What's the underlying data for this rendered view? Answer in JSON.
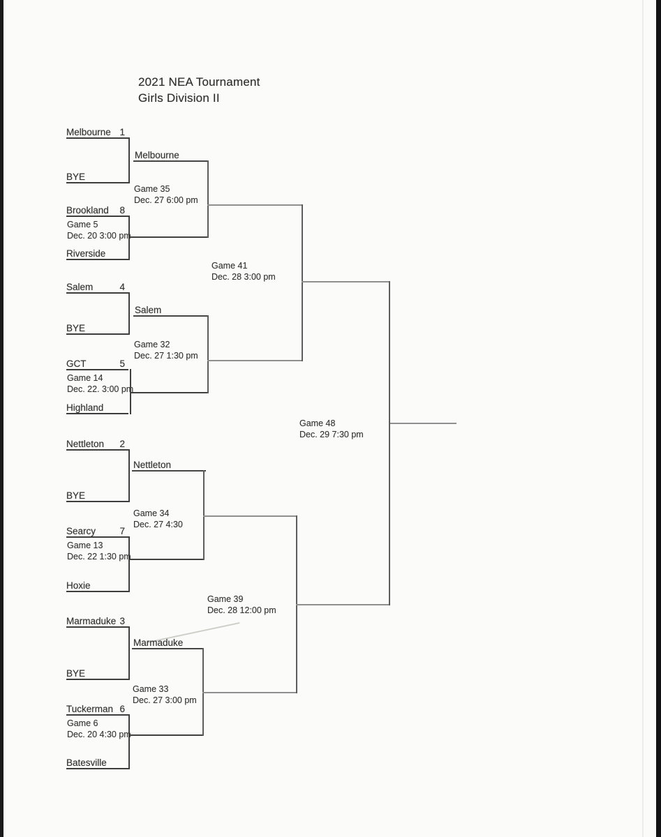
{
  "title": {
    "line1": "2021 NEA Tournament",
    "line2": "Girls Division II"
  },
  "bracket": {
    "first_round": [
      {
        "team": "Melbourne",
        "seed": "1"
      },
      {
        "team": "BYE",
        "seed": ""
      },
      {
        "team": "Brookland",
        "seed": "8",
        "game_label": "Game 5",
        "game_time": "Dec. 20 3:00 pm"
      },
      {
        "team": "Riverside",
        "seed": ""
      },
      {
        "team": "Salem",
        "seed": "4"
      },
      {
        "team": "BYE",
        "seed": ""
      },
      {
        "team": "GCT",
        "seed": "5",
        "game_label": "Game 14",
        "game_time": "Dec. 22. 3:00 pm"
      },
      {
        "team": "Highland",
        "seed": ""
      },
      {
        "team": "Nettleton",
        "seed": "2"
      },
      {
        "team": "BYE",
        "seed": ""
      },
      {
        "team": "Searcy",
        "seed": "7",
        "game_label": "Game 13",
        "game_time": "Dec. 22 1:30 pm"
      },
      {
        "team": "Hoxie",
        "seed": ""
      },
      {
        "team": "Marmaduke",
        "seed": "3"
      },
      {
        "team": "BYE",
        "seed": ""
      },
      {
        "team": "Tuckerman",
        "seed": "6",
        "game_label": "Game 6",
        "game_time": "Dec. 20 4:30 pm"
      },
      {
        "team": "Batesville",
        "seed": ""
      }
    ],
    "second_round": [
      {
        "team": "Melbourne",
        "game_label": "Game 35",
        "game_time": "Dec. 27 6:00 pm"
      },
      {
        "team": "Salem",
        "game_label": "Game 32",
        "game_time": "Dec. 27 1:30 pm"
      },
      {
        "team": "Nettleton",
        "game_label": "Game 34",
        "game_time": "Dec. 27 4:30"
      },
      {
        "team": "Marmaduke",
        "game_label": "Game 33",
        "game_time": "Dec. 27 3:00 pm"
      }
    ],
    "semifinals": [
      {
        "game_label": "Game 41",
        "game_time": "Dec. 28 3:00 pm"
      },
      {
        "game_label": "Game 39",
        "game_time": "Dec. 28 12:00 pm"
      }
    ],
    "final": {
      "game_label": "Game 48",
      "game_time": "Dec. 29 7:30 pm"
    }
  }
}
